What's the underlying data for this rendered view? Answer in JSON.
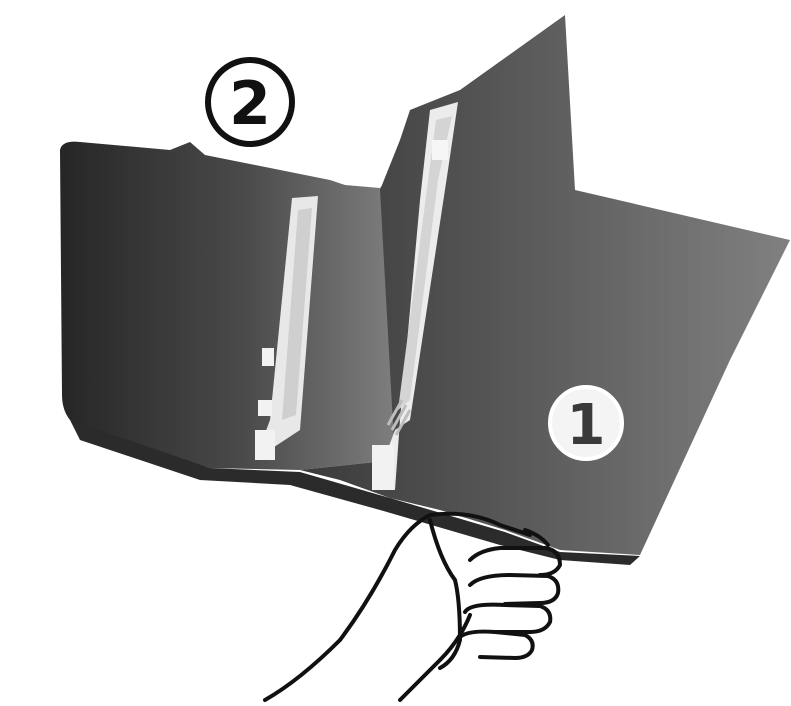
{
  "figure": {
    "step_1": {
      "number": "1",
      "style": "white filled circle with dark number"
    },
    "step_2": {
      "number": "2",
      "style": "outlined circle with number"
    }
  },
  "colors": {
    "cover_dark": "#2a2a2a",
    "cover_light": "#7a7a7a",
    "slot_highlight": "#e6e6e6",
    "hand_outline": "#111111",
    "background": "#ffffff"
  }
}
